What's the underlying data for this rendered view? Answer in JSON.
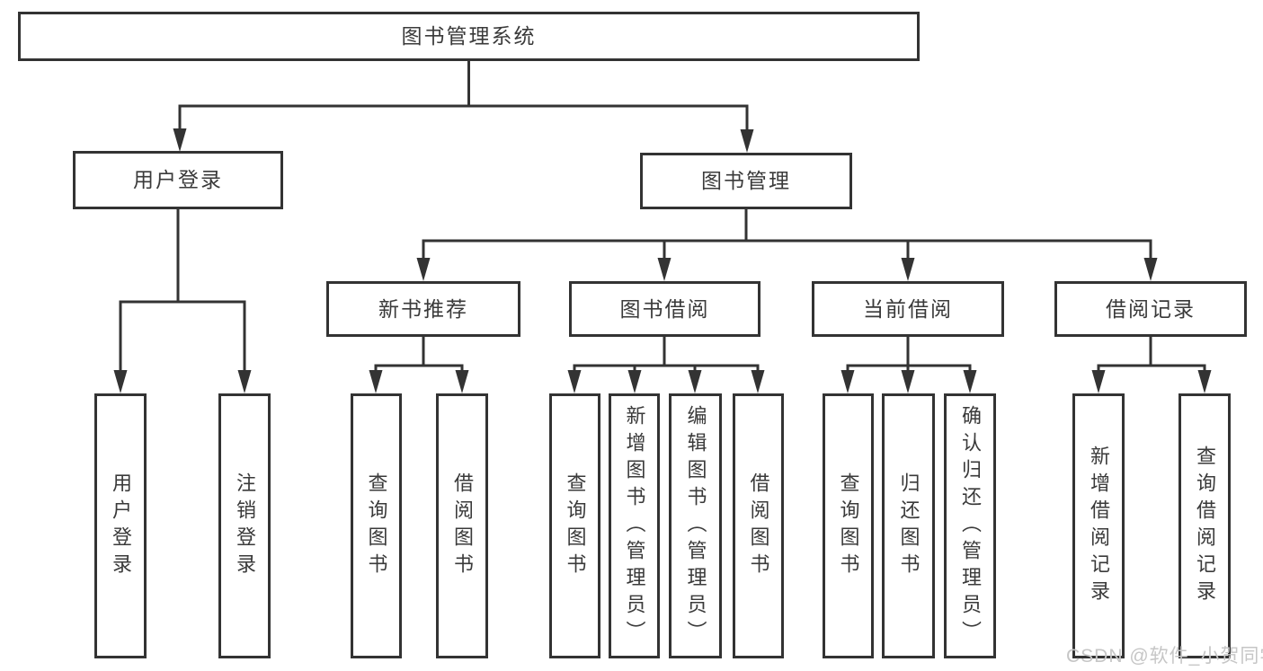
{
  "page": {
    "background_color": "#ffffff",
    "line_color": "#333333",
    "box_border_color": "#333333",
    "text_color": "#3a3a3a"
  },
  "watermark": {
    "text": "CSDN @软件_小贺同学",
    "color": "#c6c6c6"
  },
  "tree": {
    "label": "图书管理系统",
    "children": [
      {
        "label": "用户登录",
        "children": [
          {
            "label": "用户登录"
          },
          {
            "label": "注销登录"
          }
        ]
      },
      {
        "label": "图书管理",
        "children": [
          {
            "label": "新书推荐",
            "children": [
              {
                "label": "查询图书"
              },
              {
                "label": "借阅图书"
              }
            ]
          },
          {
            "label": "图书借阅",
            "children": [
              {
                "label": "查询图书"
              },
              {
                "label": "新增图书（管理员）"
              },
              {
                "label": "编辑图书（管理员）"
              },
              {
                "label": "借阅图书"
              }
            ]
          },
          {
            "label": "当前借阅",
            "children": [
              {
                "label": "查询图书"
              },
              {
                "label": "归还图书"
              },
              {
                "label": "确认归还（管理员）"
              }
            ]
          },
          {
            "label": "借阅记录",
            "children": [
              {
                "label": "新增借阅记录"
              },
              {
                "label": "查询借阅记录"
              }
            ]
          }
        ]
      }
    ]
  }
}
